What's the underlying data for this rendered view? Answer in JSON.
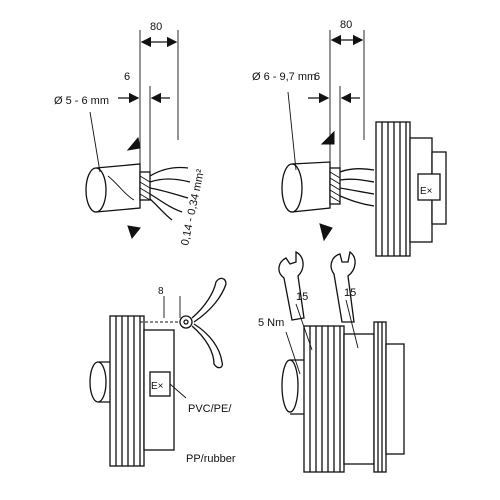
{
  "panel_top_left": {
    "dim_strip": "80",
    "dim_shield": "6",
    "cable_diameter": "Ø 5 - 6 mm",
    "wire_section": "0,14 - 0,34 mm²"
  },
  "panel_top_right": {
    "dim_strip": "80",
    "dim_shield": "6",
    "cable_diameter": "Ø 6 - 9,7 mm"
  },
  "panel_bottom_left": {
    "dim_lug": "8",
    "seal_material_1": "PVC/PE/",
    "seal_material_2": "PP/rubber"
  },
  "panel_bottom_right": {
    "torque": "5 Nm",
    "wrench_size_1": "15",
    "wrench_size_2": "15"
  },
  "colors": {
    "ink": "#111111",
    "paper": "#ffffff"
  }
}
